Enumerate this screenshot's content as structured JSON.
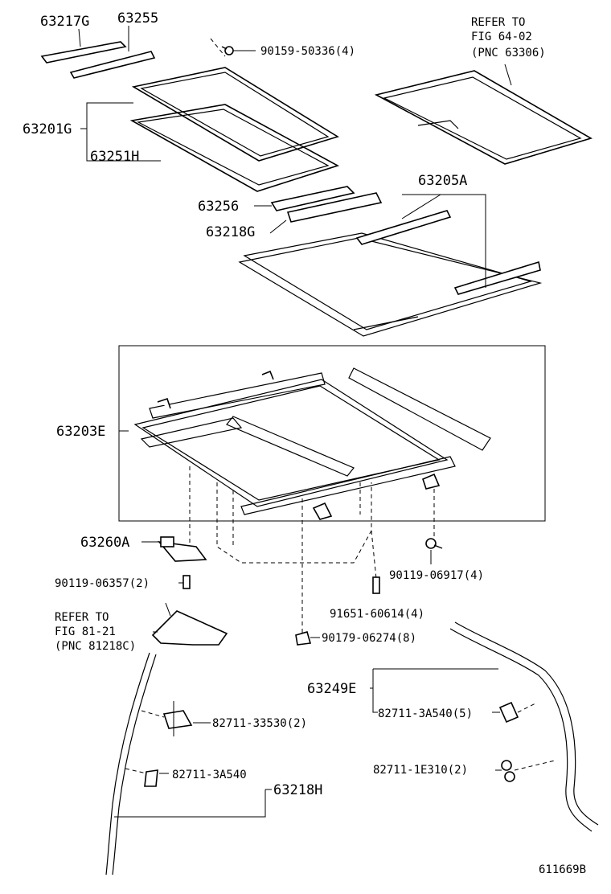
{
  "labels": {
    "p63217G": "63217G",
    "p63255": "63255",
    "p90159": "90159-50336(4)",
    "ref1_a": "REFER TO",
    "ref1_b": "FIG 64-02",
    "ref1_c": "(PNC 63306)",
    "p63201G": "63201G",
    "p63251H": "63251H",
    "p63256": "63256",
    "p63205A": "63205A",
    "p63218G": "63218G",
    "p63203E": "63203E",
    "p63260A": "63260A",
    "p90119a": "90119-06357(2)",
    "p90119b": "90119-06917(4)",
    "p91651": "91651-60614(4)",
    "ref2_a": "REFER TO",
    "ref2_b": "FIG 81-21",
    "ref2_c": "(PNC 81218C)",
    "p90179": "90179-06274(8)",
    "p63249E": "63249E",
    "p82711a": "82711-3A540(5)",
    "p82711b": "82711-33530(2)",
    "p82711c": "82711-1E310(2)",
    "p82711d": "82711-3A540",
    "p63218H": "63218H",
    "figure_id": "611669B"
  }
}
